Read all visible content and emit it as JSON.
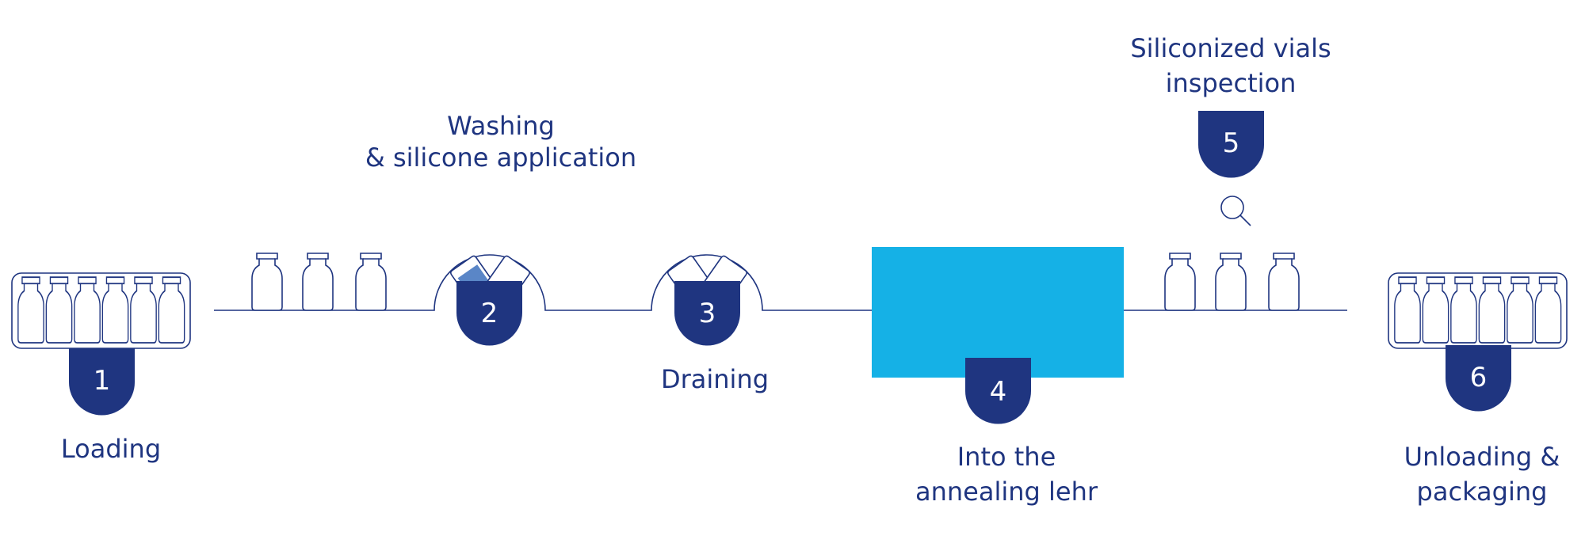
{
  "colors": {
    "navy": "#1f3580",
    "lehr": "#15b1e6",
    "water": "#5a86c7"
  },
  "icons": {
    "vial": "vial-icon",
    "tray": "vial-tray-icon",
    "inspect": "magnifier-icon"
  },
  "steps": [
    {
      "number": "1",
      "label_lines": [
        "Loading"
      ]
    },
    {
      "number": "2",
      "label_lines": [
        "Washing",
        "& silicone application"
      ]
    },
    {
      "number": "3",
      "label_lines": [
        "Draining"
      ]
    },
    {
      "number": "4",
      "label_lines": [
        "Into the",
        "annealing lehr"
      ]
    },
    {
      "number": "5",
      "label_lines": [
        "Siliconized vials",
        "inspection"
      ]
    },
    {
      "number": "6",
      "label_lines": [
        "Unloading &",
        "packaging"
      ]
    }
  ]
}
